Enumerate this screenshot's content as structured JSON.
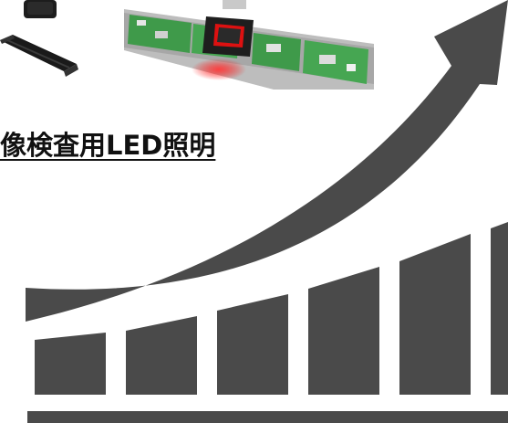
{
  "title": "像検査用LED照明",
  "colors": {
    "graphic": "#4a4a4a",
    "pcb_green": "#3f9a4a",
    "rail": "#b9b9b9",
    "led_red": "#ff2a2a"
  },
  "icons": [
    "camera-product-photo",
    "bar-light-product-photo",
    "pcb-inspection-photo",
    "growth-arrow-graphic",
    "bar-chart-graphic"
  ]
}
